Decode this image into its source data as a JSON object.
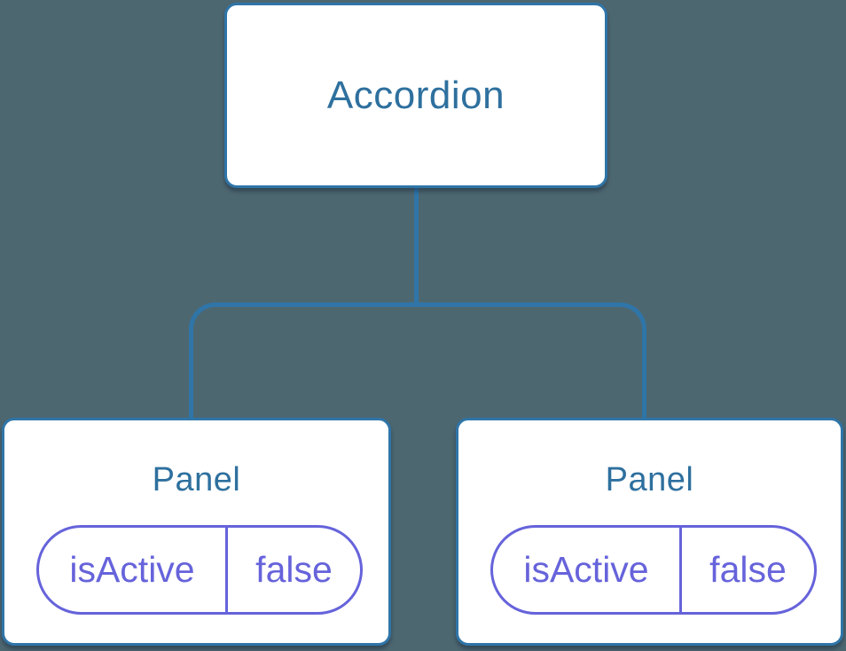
{
  "colors": {
    "background": "#4D6771",
    "connector": "#2F75A8",
    "box_border": "#2F75A8",
    "box_fill": "#FFFFFF",
    "component_label": "#2E709E",
    "state_accent": "#6663DB"
  },
  "tree": {
    "root": {
      "label": "Accordion"
    },
    "children": [
      {
        "label": "Panel",
        "state": {
          "key": "isActive",
          "value": "false"
        }
      },
      {
        "label": "Panel",
        "state": {
          "key": "isActive",
          "value": "false"
        }
      }
    ]
  }
}
